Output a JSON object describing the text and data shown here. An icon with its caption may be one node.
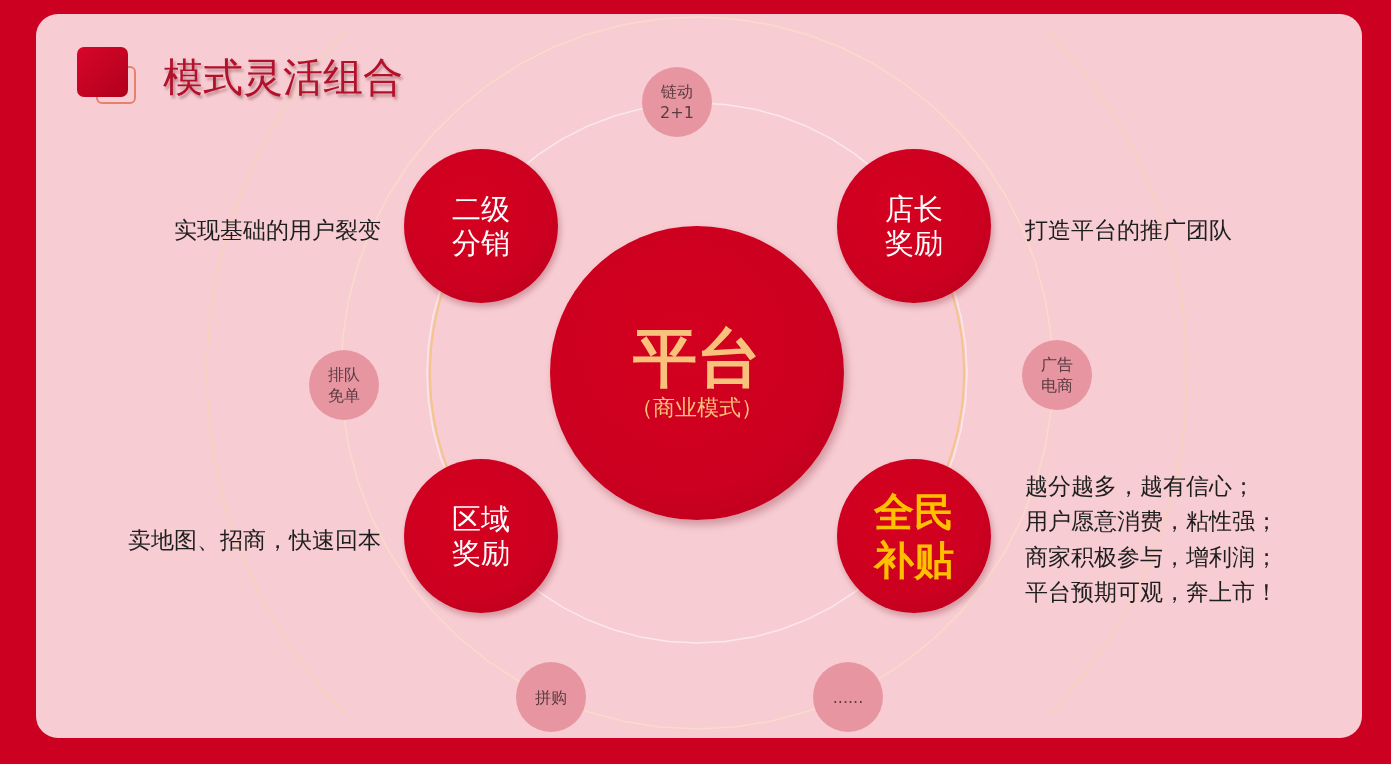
{
  "diagram": {
    "title": "模式灵活组合",
    "nodes": [
      {
        "text": [
          "平台",
          "（商业模式）"
        ]
      },
      {
        "text": [
          "链动2+1"
        ]
      },
      {
        "text": [
          "二级分销"
        ],
        "beside": [
          "实现基础的用户裂变"
        ]
      },
      {
        "text": [
          "店长奖励"
        ],
        "beside": [
          "打造平台的推广团队"
        ]
      },
      {
        "text": [
          "排队免单"
        ]
      },
      {
        "text": [
          "广告电商"
        ]
      },
      {
        "text": [
          "区域奖励"
        ],
        "beside": [
          "卖地图、招商，快速回本"
        ]
      },
      {
        "text": [
          "全民补贴"
        ],
        "beside": [
          "越分越多，越有信心；",
          "用户愿意消费，粘性强；",
          "商家积极参与，增利润；",
          "平台预期可观，奔上市！"
        ]
      },
      {
        "text": [
          "拼购"
        ]
      },
      {
        "text": [
          "......"
        ]
      }
    ]
  }
}
